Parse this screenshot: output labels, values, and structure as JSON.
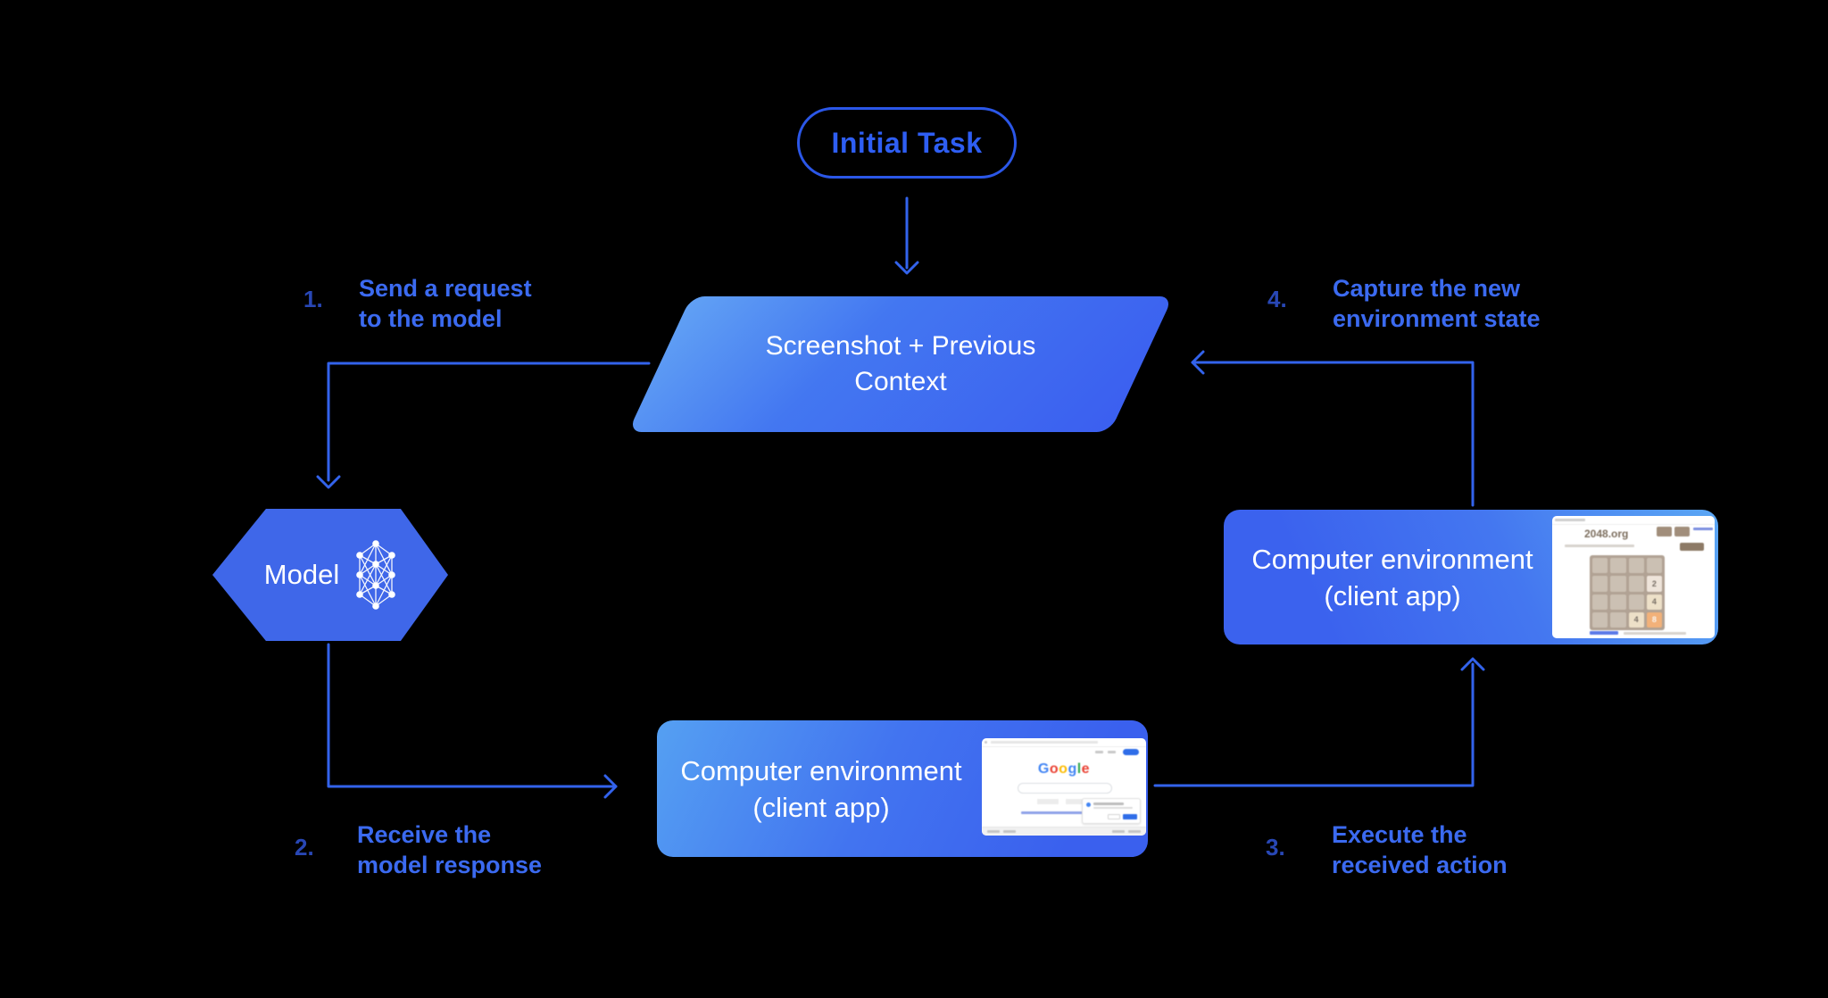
{
  "background": "#000000",
  "palette": {
    "arrow": "#3363ec",
    "step_number": "#2847b5",
    "step_text": "#3b6af0",
    "pill_border": "#2b57e8",
    "pill_text": "#2e5ef3",
    "shape_gradient_light": "#5aa6f3",
    "shape_gradient_dark": "#3b62ee",
    "hexagon_fill": "#3f67e9",
    "shape_text": "#ffffff"
  },
  "nodes": {
    "initial_task": {
      "label": "Initial Task"
    },
    "screenshot_context": {
      "line1": "Screenshot + Previous",
      "line2": "Context"
    },
    "model": {
      "label": "Model"
    },
    "env_client_bottom": {
      "line1": "Computer environment",
      "line2": "(client app)"
    },
    "env_client_right": {
      "line1": "Computer environment",
      "line2": "(client app)"
    }
  },
  "steps": [
    {
      "num": "1.",
      "line1": "Send a request",
      "line2": "to the model"
    },
    {
      "num": "2.",
      "line1": "Receive the",
      "line2": "model response"
    },
    {
      "num": "3.",
      "line1": "Execute the",
      "line2": "received action"
    },
    {
      "num": "4.",
      "line1": "Capture the new",
      "line2": "environment state"
    }
  ],
  "thumbnails": {
    "game_2048": {
      "site_title": "2048.org",
      "grid": [
        [
          "",
          "",
          "",
          ""
        ],
        [
          "",
          "",
          "",
          "2"
        ],
        [
          "",
          "",
          "",
          "4"
        ],
        [
          "",
          "",
          "4",
          "8"
        ]
      ],
      "tile_styles": {
        "2": {
          "bg": "#eee4da",
          "fg": "#776e65"
        },
        "4": {
          "bg": "#ede0c8",
          "fg": "#776e65"
        },
        "8": {
          "bg": "#f2b179",
          "fg": "#f9f6f2"
        }
      },
      "empty_cell": "#cbc0b3",
      "board_bg": "#b1a294"
    },
    "google_home": {
      "logo_letters": [
        {
          "ch": "G",
          "color": "#4285F4"
        },
        {
          "ch": "o",
          "color": "#EA4335"
        },
        {
          "ch": "o",
          "color": "#FBBC05"
        },
        {
          "ch": "g",
          "color": "#4285F4"
        },
        {
          "ch": "l",
          "color": "#34A853"
        },
        {
          "ch": "e",
          "color": "#EA4335"
        }
      ],
      "signin_button_color": "#2f6de8"
    }
  }
}
